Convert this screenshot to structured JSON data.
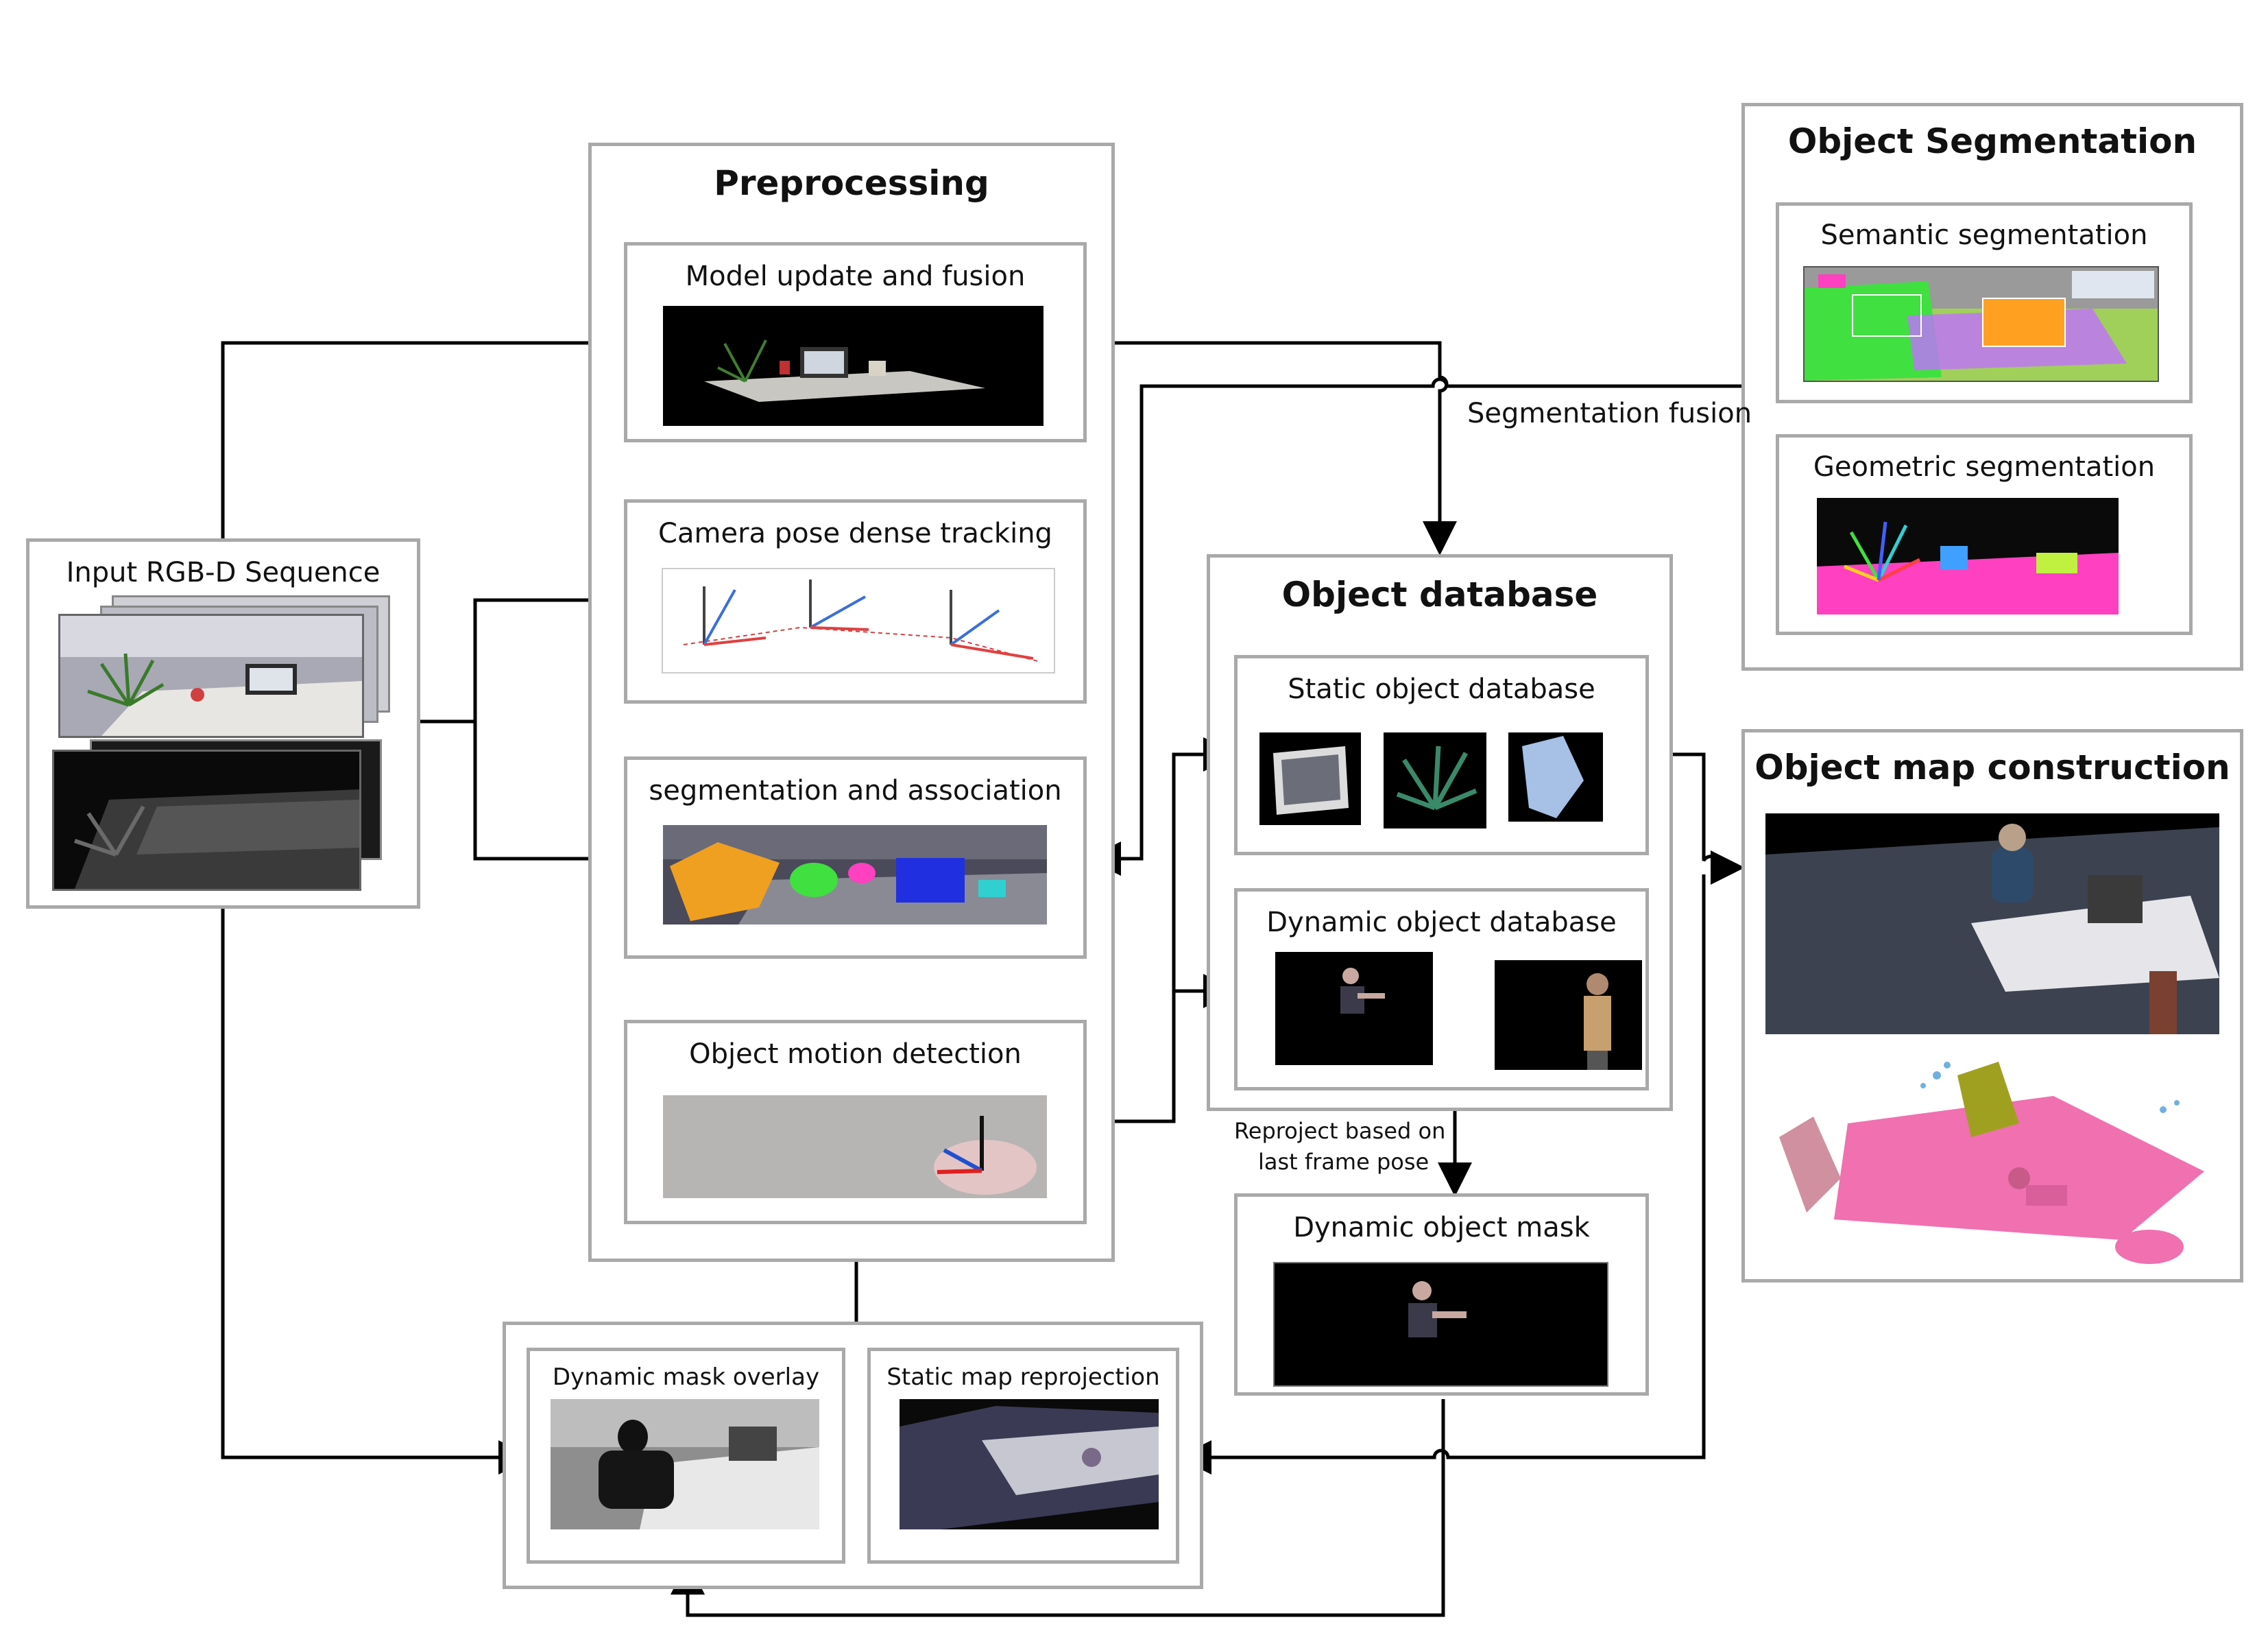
{
  "input": {
    "title": "Input RGB-D Sequence"
  },
  "preprocessing": {
    "title": "Preprocessing",
    "model_update": "Model update and fusion",
    "camera_pose": "Camera pose dense tracking",
    "segmentation_assoc": "segmentation and association",
    "motion_detection": "Object motion detection"
  },
  "object_segmentation": {
    "title": "Object Segmentation",
    "semantic": "Semantic segmentation",
    "geometric": "Geometric segmentation"
  },
  "object_database": {
    "title": "Object database",
    "static": "Static object database",
    "dynamic": "Dynamic object database"
  },
  "object_map": {
    "title": "Object map construction"
  },
  "dynamic_mask": {
    "title": "Dynamic object mask"
  },
  "bottom": {
    "overlay": "Dynamic mask overlay",
    "reprojection": "Static map reprojection"
  },
  "annotations": {
    "segmentation_fusion": "Segmentation fusion",
    "reproject_line1": "Reproject based on",
    "reproject_line2": "last frame pose"
  },
  "colors": {
    "box_border": "#a9a9a9",
    "arrow": "#000000",
    "segment_orange": "#f0a020",
    "segment_green": "#40e040",
    "segment_magenta": "#ff40c0",
    "segment_blue": "#2030e0"
  }
}
